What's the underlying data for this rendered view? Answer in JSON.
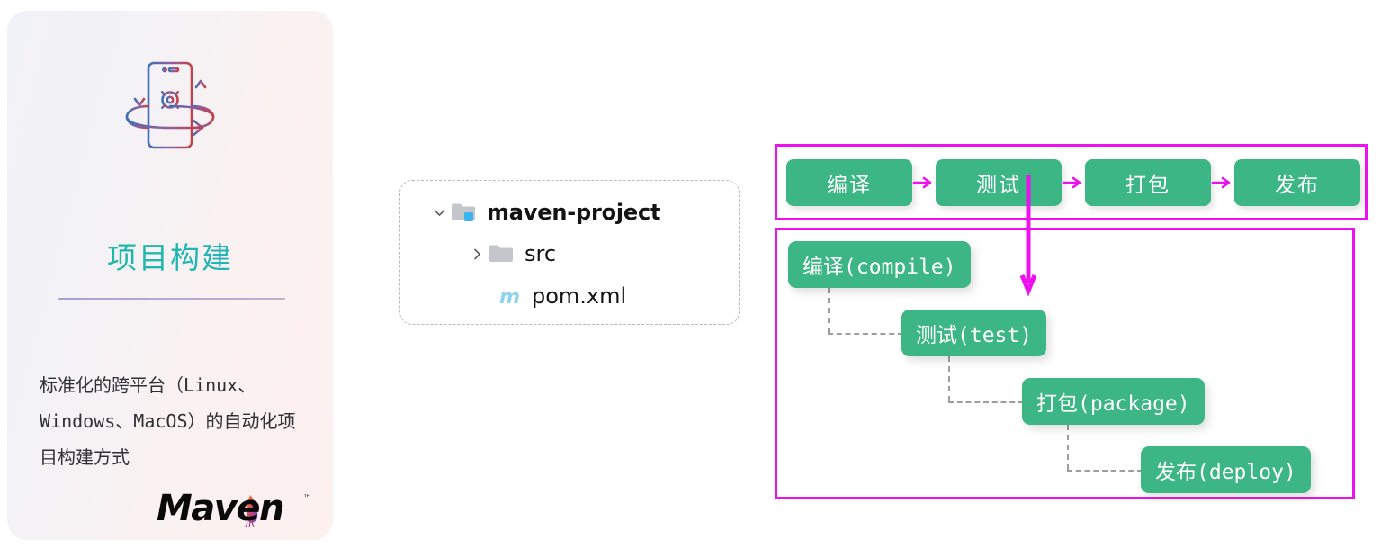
{
  "card": {
    "icon_name": "phone-gear-sync-icon",
    "title": "项目构建",
    "description": "标准化的跨平台（Linux、Windows、MacOS）的自动化项目构建方式",
    "logo_text": "Maven",
    "logo_tm": "™",
    "title_gradient_start": "#1eb896",
    "title_gradient_end": "#22b4c6",
    "divider_color": "#b0a5cf",
    "bg_gradient_start": "#f1f2f7",
    "bg_gradient_end": "#fdf0ef"
  },
  "file_tree": {
    "border_style": "dashed",
    "nodes": [
      {
        "label": "maven-project",
        "icon": "folder-project-icon",
        "twisty": "chevron-down-icon",
        "expanded": true,
        "depth": 0
      },
      {
        "label": "src",
        "icon": "folder-icon",
        "twisty": "chevron-right-icon",
        "expanded": false,
        "depth": 1
      },
      {
        "label": "pom.xml",
        "icon": "maven-m-file-icon",
        "twisty": "none",
        "expanded": false,
        "depth": 1
      }
    ]
  },
  "pipeline": {
    "frame_color": "#ef10ef",
    "box_color": "#3bb684",
    "arrow_color": "#ef10ef",
    "stages": [
      {
        "label": "编译"
      },
      {
        "label": "测试"
      },
      {
        "label": "打包"
      },
      {
        "label": "发布"
      }
    ],
    "arrow_icon": "arrow-right-icon",
    "down_arrow_icon": "arrow-down-icon"
  },
  "lifecycle": {
    "frame_color": "#ef10ef",
    "box_color": "#3bb684",
    "connector_color": "#9d9d9d",
    "connector_style": "dashed",
    "phases": [
      {
        "label": "编译(compile)"
      },
      {
        "label": "测试(test)"
      },
      {
        "label": "打包(package)"
      },
      {
        "label": "发布(deploy)"
      }
    ]
  }
}
